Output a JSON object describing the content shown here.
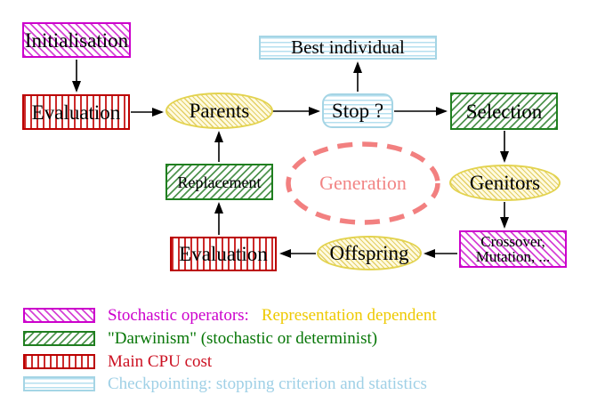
{
  "diagram": {
    "nodes": {
      "initialisation": "Initialisation",
      "evaluation_top": "Evaluation",
      "parents": "Parents",
      "best_individual": "Best individual",
      "stop": "Stop ?",
      "selection": "Selection",
      "genitors": "Genitors",
      "crossover_line1": "Crossover,",
      "crossover_line2": "Mutation, ...",
      "offspring": "Offspring",
      "evaluation_bottom": "Evaluation",
      "replacement": "Replacement",
      "generation": "Generation"
    },
    "colors": {
      "stochastic_magenta": "#cc00cc",
      "darwinism_green": "#1f7f1f",
      "cpu_red": "#bb0000",
      "population_yellow": "#e3d34f",
      "checkpoint_cyan": "#a5d5e5",
      "generation_salmon": "#f28080",
      "arrow_black": "#000000"
    }
  },
  "legend": {
    "items": [
      {
        "swatch": "magenta-hatch",
        "text": "Stochastic operators:",
        "text2": "Representation dependent"
      },
      {
        "swatch": "green-hatch",
        "text": "\"Darwinism\" (stochastic or determinist)"
      },
      {
        "swatch": "red-stripes",
        "text": "Main CPU cost"
      },
      {
        "swatch": "cyan-stripes",
        "text": "Checkpointing: stopping criterion and statistics"
      }
    ]
  }
}
